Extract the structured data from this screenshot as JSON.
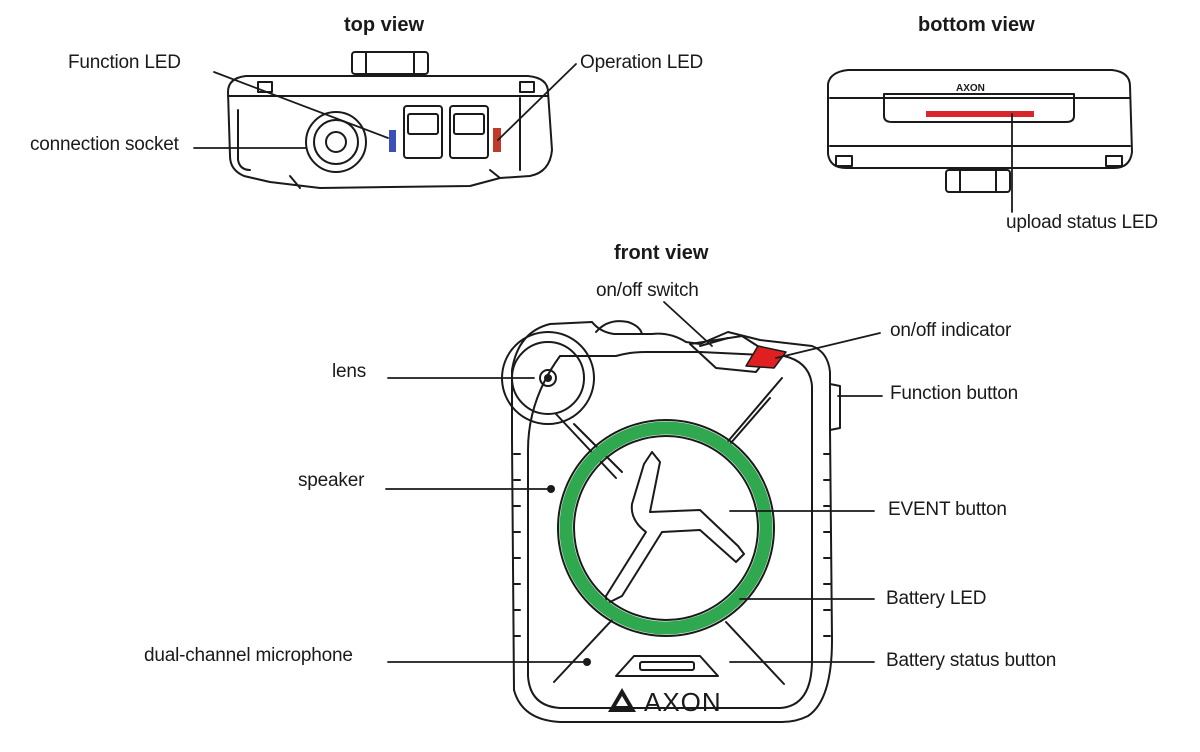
{
  "views": {
    "top": "top view",
    "bottom": "bottom view",
    "front": "front view"
  },
  "labels": {
    "function_led": "Function LED",
    "operation_led": "Operation LED",
    "connection_socket": "connection socket",
    "upload_status_led": "upload status LED",
    "on_off_switch": "on/off switch",
    "on_off_indicator": "on/off indicator",
    "lens": "lens",
    "function_button": "Function button",
    "speaker": "speaker",
    "event_button": "EVENT button",
    "battery_led": "Battery LED",
    "dual_channel_microphone": "dual-channel microphone",
    "battery_status_button": "Battery status button"
  },
  "brand": {
    "logo_text": "AXON"
  },
  "colors": {
    "function_led": "#3b4fb8",
    "operation_led": "#c0392b",
    "upload_status_led": "#d9262c",
    "on_off_indicator": "#e02020",
    "battery_led_ring": "#2fa84f",
    "outline": "#1a1a1a"
  }
}
